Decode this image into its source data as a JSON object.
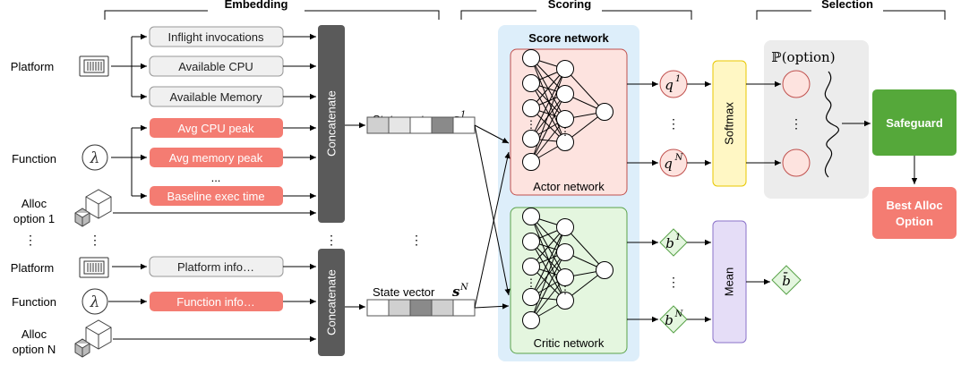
{
  "sections": {
    "embedding": "Embedding",
    "scoring": "Scoring",
    "selection": "Selection"
  },
  "inputs": {
    "platform": "Platform",
    "function": "Function",
    "alloc1_line1": "Alloc",
    "alloc1_line2": "option 1",
    "dots": "⋮",
    "platform_n": "Platform",
    "function_n": "Function",
    "allocN_line1": "Alloc",
    "allocN_line2": "option N"
  },
  "features": {
    "inflight": "Inflight invocations",
    "cpu": "Available CPU",
    "memory": "Available Memory",
    "avg_cpu": "Avg CPU peak",
    "avg_mem": "Avg memory peak",
    "ellipsis": "...",
    "baseline": "Baseline exec time",
    "platform_info": "Platform info…",
    "function_info": "Function info…"
  },
  "concat": "Concatenate",
  "state": {
    "label": "State vector",
    "sym": "s",
    "sup1": "1",
    "supN": "N"
  },
  "score_network": {
    "title": "Score network",
    "actor": "Actor network",
    "critic": "Critic network"
  },
  "outputs": {
    "q": "q",
    "b": "b",
    "sup1": "1",
    "supN": "N",
    "bbar": "b̄",
    "vdots": "⋮"
  },
  "softmax": "Softmax",
  "mean": "Mean",
  "prob": "ℙ(option)",
  "safeguard": "Safeguard",
  "best_line1": "Best Alloc",
  "best_line2": "Option",
  "colors": {
    "gray_box": "#f0f0f0",
    "red_box": "#f47c72",
    "concat": "#5a5a5a",
    "scoring_bg": "#ddeefa",
    "actor_bg": "#fde3df",
    "critic_bg": "#e4f6df",
    "softmax_bg": "#fff7c4",
    "mean_bg": "#e5ddf7",
    "safeguard": "#55a83a",
    "best": "#f47c72"
  }
}
